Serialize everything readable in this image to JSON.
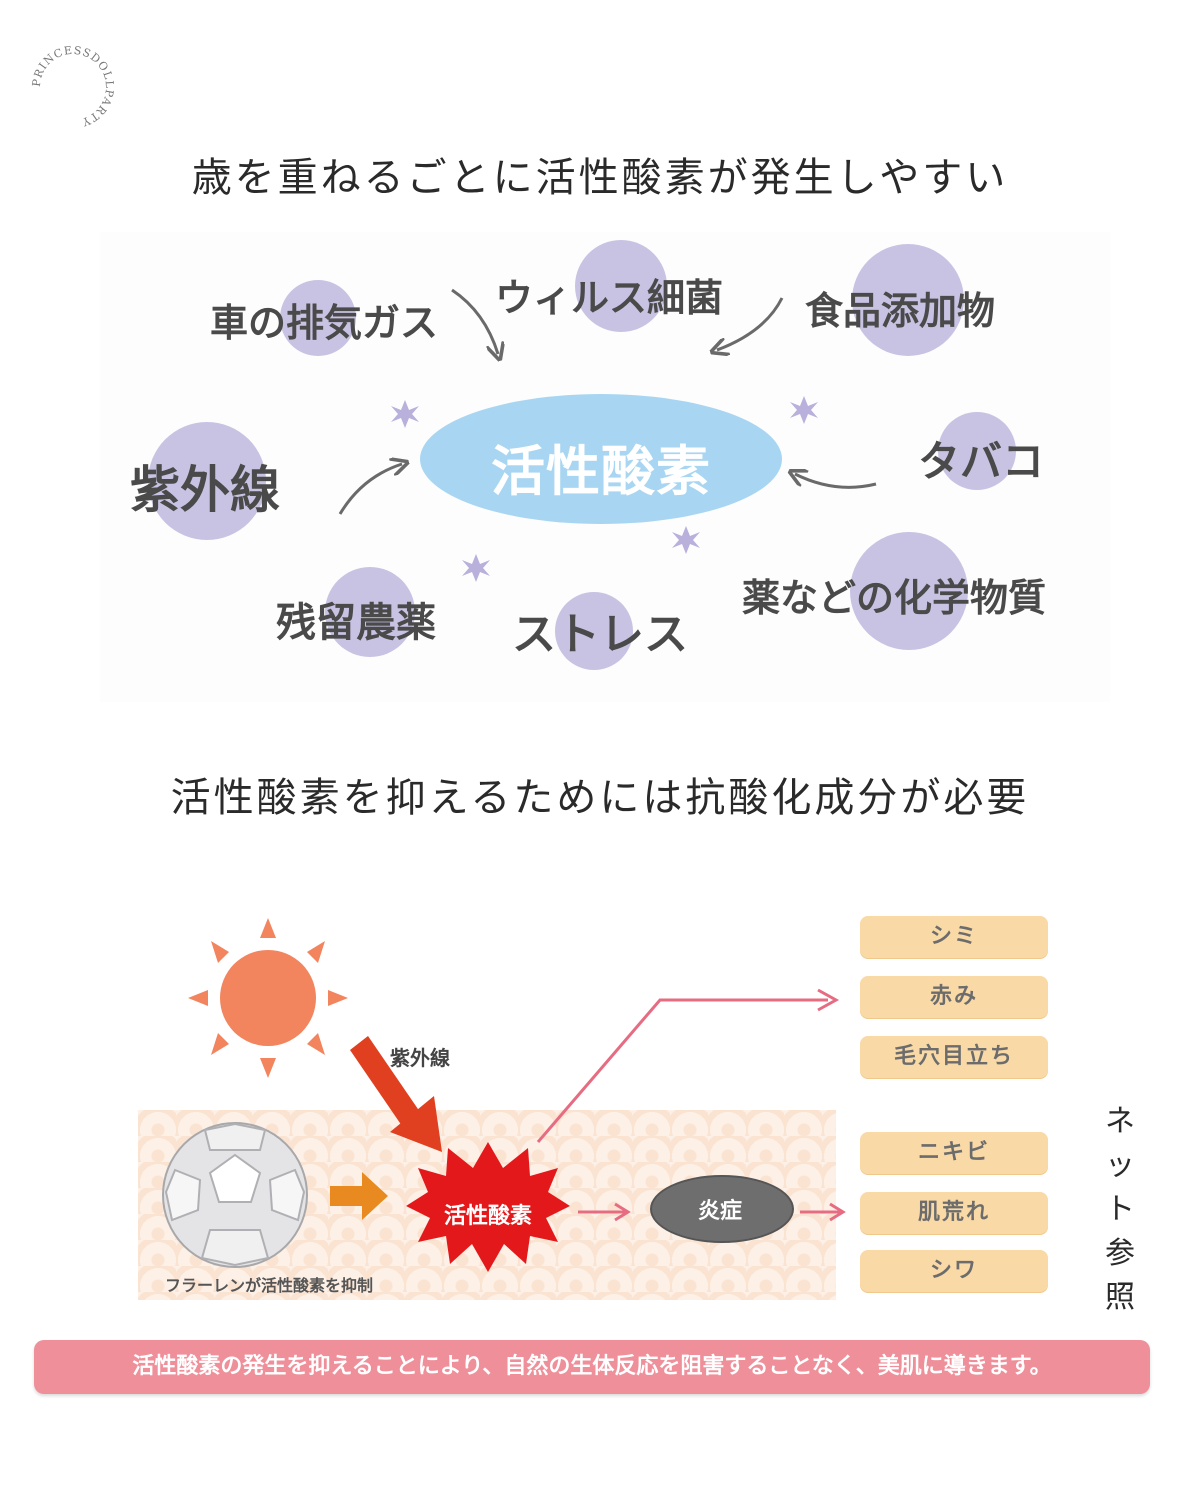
{
  "logo": {
    "text": "PRINCESSDOLLPARTY",
    "icon": "circular-text-logo"
  },
  "title1": "歳を重ねるごとに活性酸素が発生しやすい",
  "title2": "活性酸素を抑えるためには抗酸化成分が必要",
  "diagram1": {
    "center": "活性酸素",
    "factors": {
      "exhaust": "車の排気ガス",
      "virus": "ウィルス細菌",
      "additives": "食品添加物",
      "uv": "紫外線",
      "tobacco": "タバコ",
      "pesticide": "残留農薬",
      "stress": "ストレス",
      "chemicals": "薬などの化学物質"
    },
    "colors": {
      "circle": "#c9c3e3",
      "center": "#a8d6f2",
      "sparkle": "#b9b0dc"
    }
  },
  "diagram2": {
    "uv_label": "紫外線",
    "burst_label": "活性酸素",
    "inflammation_label": "炎症",
    "fullerene_caption": "フラーレンが活性酸素を抑制",
    "results_top": [
      "シミ",
      "赤み",
      "毛穴目立ち"
    ],
    "results_bottom": [
      "ニキビ",
      "肌荒れ",
      "シワ"
    ],
    "colors": {
      "sun": "#f2845e",
      "arrow": "#e0401f",
      "burst": "#e3181b",
      "line": "#e66c82",
      "result": "#f9d9a6"
    }
  },
  "note": "ネット参照",
  "banner": "活性酸素の発生を抑えることにより、自然の生体反応を阻害することなく、美肌に導きます。"
}
